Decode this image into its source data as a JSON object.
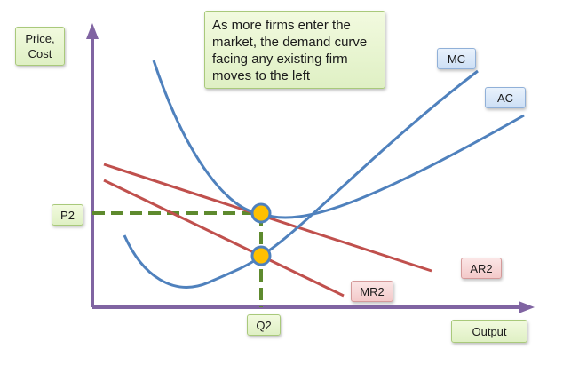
{
  "axes": {
    "y_label": "Price,\nCost",
    "x_label": "Output"
  },
  "annotation": "As more firms enter the market, the demand curve facing any existing firm moves to the left",
  "curves": {
    "mc": "MC",
    "ac": "AC",
    "ar": "AR2",
    "mr": "MR2"
  },
  "levels": {
    "price": "P2",
    "quantity": "Q2"
  },
  "colors": {
    "axis": "#8064a2",
    "cost_curves": "#4f81bd",
    "revenue_curves": "#c0504d",
    "guide_lines": "#5e8a2e",
    "point_fill": "#ffc000"
  }
}
